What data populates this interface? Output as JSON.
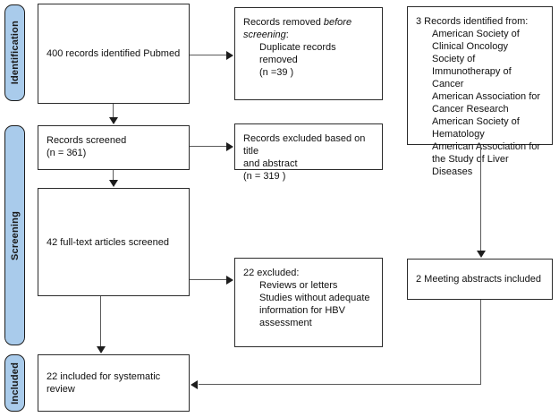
{
  "diagram": {
    "title": "PRISMA study selection flow diagram",
    "colors": {
      "stage_bar_fill": "#a9cbeb",
      "stage_bar_border": "#1c1c1c",
      "box_border": "#2b2b2b",
      "box_fill": "#ffffff",
      "connector": "#5a5a5a",
      "arrow": "#1d1d1d",
      "text": "#101010"
    }
  },
  "stages": [
    {
      "id": "identification",
      "label": "Identification"
    },
    {
      "id": "screening",
      "label": "Screening"
    },
    {
      "id": "included",
      "label": "Included"
    }
  ],
  "boxes": {
    "records_identified": {
      "id": "records-identified-pubmed",
      "text": "400 records identified Pubmed"
    },
    "records_removed": {
      "id": "records-removed-before-screening",
      "line1_plain": "Records removed ",
      "line1_italic": "before",
      "line2_italic": "screening",
      "line2_plain": ":",
      "indented_line1": "Duplicate records removed",
      "indented_line2": "(n =39 )"
    },
    "other_sources": {
      "id": "records-identified-other-sources",
      "heading": "3 Records identified from:",
      "sources": [
        "American Society of Clinical Oncology",
        "Society of Immunotherapy of Cancer",
        "American Association for Cancer Research",
        "American Society of Hematology",
        "American Association for the Study of Liver Diseases"
      ]
    },
    "records_screened": {
      "id": "records-screened",
      "line1": "Records screened",
      "line2": "(n = 361)"
    },
    "records_excluded": {
      "id": "records-excluded-title-abstract",
      "line1": "Records excluded based on title",
      "line2": "and abstract",
      "line3": "(n = 319 )"
    },
    "fulltext_screened": {
      "id": "full-text-articles-screened",
      "text": "42 full-text articles screened"
    },
    "fulltext_excluded": {
      "id": "full-text-articles-excluded",
      "heading": "22 excluded:",
      "reasons": [
        "Reviews or letters",
        "Studies without adequate information for HBV assessment"
      ]
    },
    "meeting_abstracts": {
      "id": "meeting-abstracts-included",
      "text": "2 Meeting abstracts included"
    },
    "included_review": {
      "id": "included-for-systematic-review",
      "text": "22 included for systematic review"
    }
  }
}
